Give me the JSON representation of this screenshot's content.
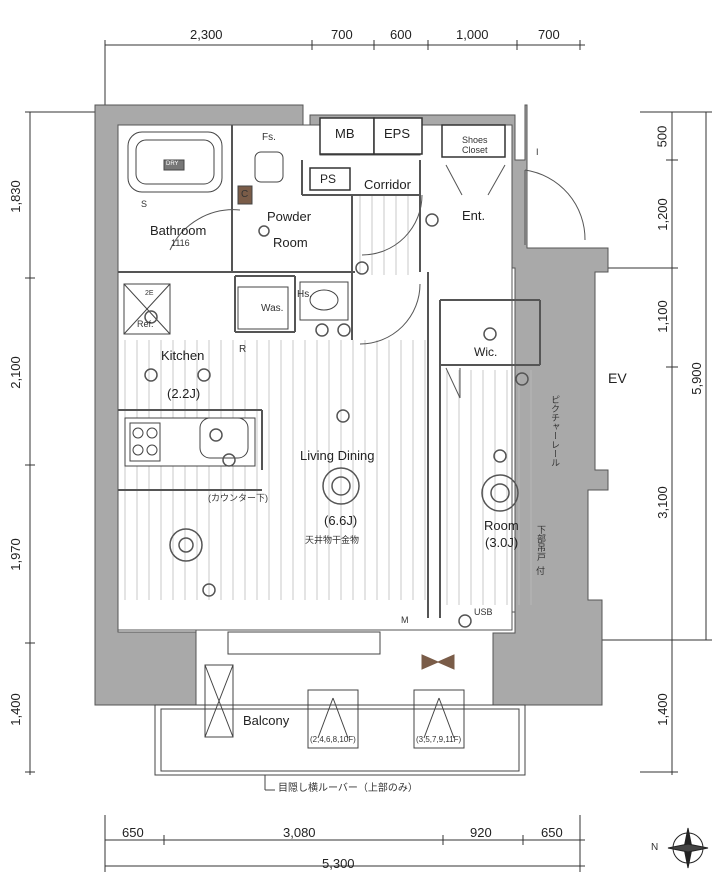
{
  "dimensions": {
    "top": [
      "2,300",
      "700",
      "600",
      "1,000",
      "700"
    ],
    "left": [
      "1,830",
      "2,100",
      "1,970",
      "1,400"
    ],
    "right": [
      "500",
      "1,200",
      "1,100",
      "3,100",
      "1,400"
    ],
    "right_total": "5,900",
    "bottom": [
      "650",
      "3,080",
      "920",
      "650"
    ],
    "bottom_total": "5,300"
  },
  "rooms": {
    "mb": "MB",
    "eps": "EPS",
    "shoes_closet_1": "Shoes",
    "shoes_closet_2": "Closet",
    "ps": "PS",
    "corridor": "Corridor",
    "ent": "Ent.",
    "ev": "EV",
    "bathroom": "Bathroom",
    "bath_code": "1116",
    "powder_1": "Powder",
    "powder_2": "Room",
    "was": "Was.",
    "hs": "Hs.",
    "fs": "Fs.",
    "kitchen": "Kitchen",
    "kitchen_size": "(2.2J)",
    "ref": "Ref.",
    "counter": "(カウンター下)",
    "living_dining": "Living Dining",
    "ld_size": "(6.6J)",
    "ceiling_hook": "天井物干金物",
    "wic": "Wic.",
    "room": "Room",
    "room_size": "(3.0J)",
    "picture_rail": "ピクチャーレール",
    "lower_hanging": "下部吊戸",
    "lower_hanging_2": "付",
    "balcony": "Balcony",
    "floors_a": "(2,4,6,8,10F)",
    "floors_b": "(3,5,7,9,11F)",
    "louver_note": "目隠し横ルーバー（上部のみ）",
    "usb": "USB",
    "m_mark": "M",
    "r_mark": "R",
    "c_mark": "C",
    "i_mark": "I",
    "dry": "DRY",
    "s_mark": "S",
    "two_e": "2E"
  },
  "compass": {
    "north_label": "N"
  }
}
